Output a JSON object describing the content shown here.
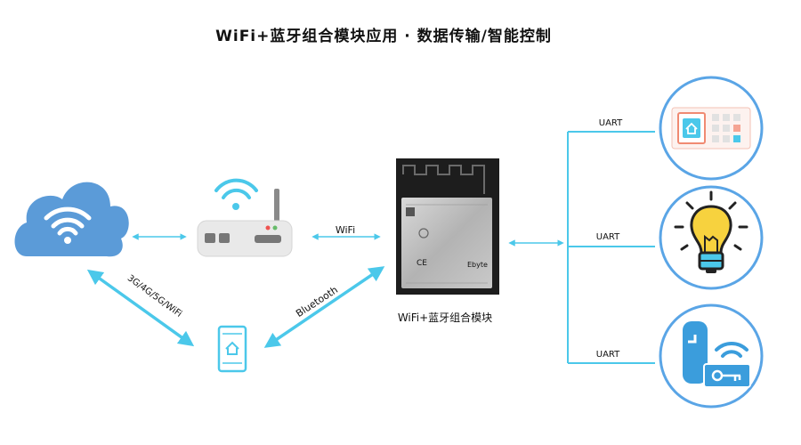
{
  "title": "WiFi+蓝牙组合模块应用 · 数据传输/智能控制",
  "module": {
    "caption": "WiFi+蓝牙组合模块",
    "chip_marking": "Ebyte"
  },
  "links": {
    "router_module": "WiFi",
    "phone_module": "Bluetooth",
    "cloud_phone": "3G/4G/5G/WiFi",
    "uart_top": "UART",
    "uart_middle": "UART",
    "uart_bottom": "UART"
  },
  "icons": {
    "cloud": "cloud-wifi-icon",
    "router": "router-icon",
    "phone": "smartphone-home-icon",
    "panel": "smart-panel-icon",
    "bulb": "light-bulb-icon",
    "lock": "smart-lock-icon"
  },
  "colors": {
    "accent": "#4bc8ea",
    "cloud": "#5b9bd8",
    "circle_border": "#5aa5e6"
  }
}
